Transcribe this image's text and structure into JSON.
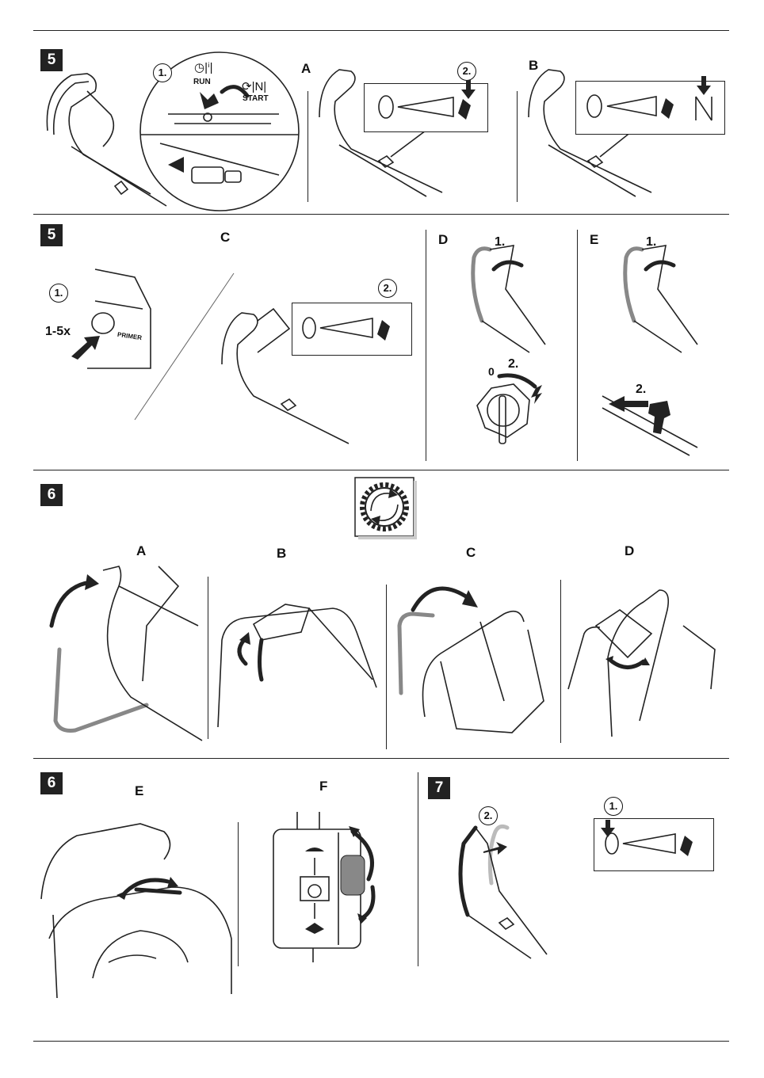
{
  "sections": {
    "s5a": "5",
    "s5b": "5",
    "s6a": "6",
    "s6b": "6",
    "s7": "7"
  },
  "panel_labels": {
    "r1_a": "A",
    "r1_b": "B",
    "r2_c": "C",
    "r2_d": "D",
    "r2_e": "E",
    "r3_a": "A",
    "r3_b": "B",
    "r3_c": "C",
    "r3_d": "D",
    "r4_e": "E",
    "r4_f": "F"
  },
  "steps": {
    "one": "1.",
    "two": "2."
  },
  "throttle": {
    "run": "RUN",
    "start": "START"
  },
  "primer": {
    "count": "1-5x",
    "label": "PRIMER"
  },
  "ignition": {
    "off": "0"
  },
  "colors": {
    "section_bg": "#222222",
    "line": "#222222",
    "grey_handle": "#888888"
  }
}
